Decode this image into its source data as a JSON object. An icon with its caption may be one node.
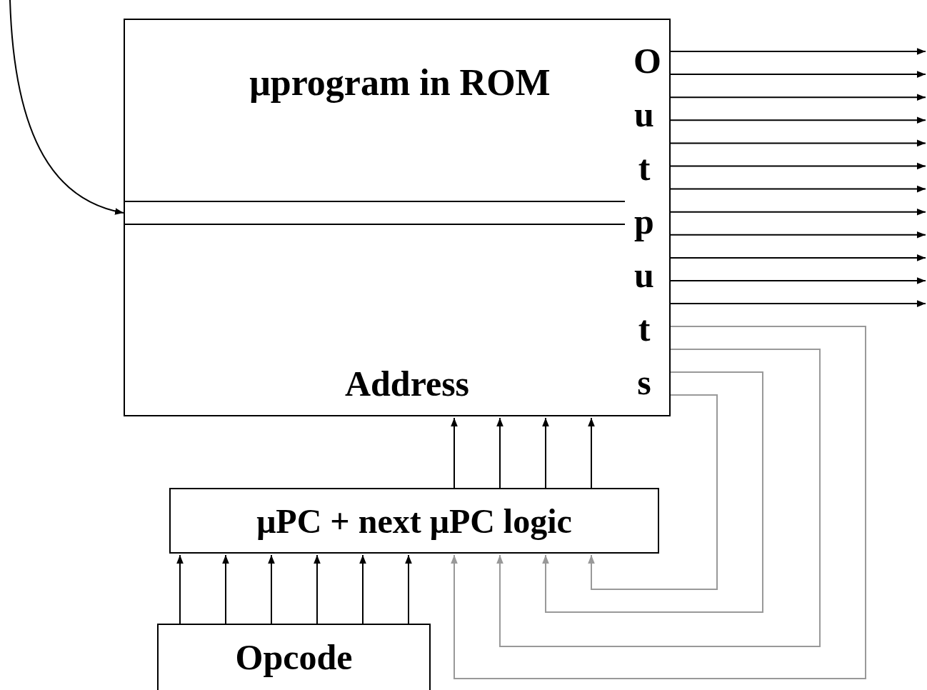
{
  "diagram": {
    "nodes": [
      {
        "text": [
          "μprogram in ROM",
          "Address",
          "Outputs"
        ]
      },
      {
        "text": [],
        "shape": "box",
        "in": 0
      },
      {
        "text": [
          "μPC + next μPC logic"
        ]
      },
      {
        "text": [
          "Opcode"
        ]
      }
    ],
    "edges": [
      {
        "from": null,
        "to": 1,
        "arrow": "to"
      },
      {
        "from": 0,
        "to": null,
        "arrow": "to"
      },
      {
        "from": 0,
        "to": null,
        "arrow": "to"
      },
      {
        "from": 0,
        "to": null,
        "arrow": "to"
      },
      {
        "from": 0,
        "to": null,
        "arrow": "to"
      },
      {
        "from": 0,
        "to": null,
        "arrow": "to"
      },
      {
        "from": 0,
        "to": null,
        "arrow": "to"
      },
      {
        "from": 0,
        "to": null,
        "arrow": "to"
      },
      {
        "from": 0,
        "to": null,
        "arrow": "to"
      },
      {
        "from": 0,
        "to": null,
        "arrow": "to"
      },
      {
        "from": 0,
        "to": null,
        "arrow": "to"
      },
      {
        "from": 0,
        "to": null,
        "arrow": "to"
      },
      {
        "from": 0,
        "to": null,
        "arrow": "to"
      },
      {
        "from": 0,
        "to": 2,
        "arrow": "to",
        "color": "#999999"
      },
      {
        "from": 0,
        "to": 2,
        "arrow": "to",
        "color": "#999999"
      },
      {
        "from": 0,
        "to": 2,
        "arrow": "to",
        "color": "#999999"
      },
      {
        "from": 0,
        "to": 2,
        "arrow": "to",
        "color": "#999999"
      },
      {
        "from": 2,
        "to": 0,
        "arrow": "to"
      },
      {
        "from": 2,
        "to": 0,
        "arrow": "to"
      },
      {
        "from": 2,
        "to": 0,
        "arrow": "to"
      },
      {
        "from": 2,
        "to": 0,
        "arrow": "to"
      },
      {
        "from": 3,
        "to": 2,
        "arrow": "to"
      },
      {
        "from": 3,
        "to": 2,
        "arrow": "to"
      },
      {
        "from": 3,
        "to": 2,
        "arrow": "to"
      },
      {
        "from": 3,
        "to": 2,
        "arrow": "to"
      },
      {
        "from": 3,
        "to": 2,
        "arrow": "to"
      },
      {
        "from": 3,
        "to": 2,
        "arrow": "to"
      }
    ]
  }
}
